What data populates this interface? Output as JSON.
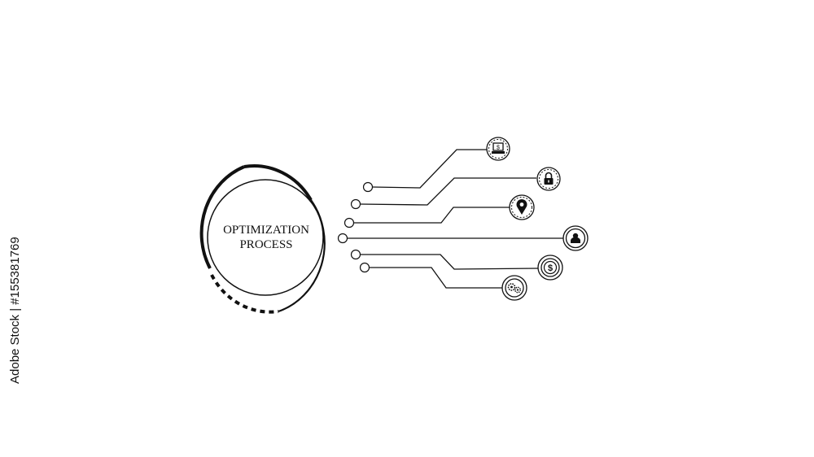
{
  "diagram": {
    "title_line1": "OPTIMIZATION",
    "title_line2": "PROCESS",
    "branches": [
      {
        "icon": "laptop-dollar-icon"
      },
      {
        "icon": "lock-icon"
      },
      {
        "icon": "map-pin-icon"
      },
      {
        "icon": "user-icon"
      },
      {
        "icon": "dollar-coin-icon"
      },
      {
        "icon": "gears-icon"
      }
    ],
    "stroke_color": "#111111",
    "background_color": "#ffffff"
  },
  "watermark": {
    "stock_id": "Adobe Stock | #155381769"
  }
}
